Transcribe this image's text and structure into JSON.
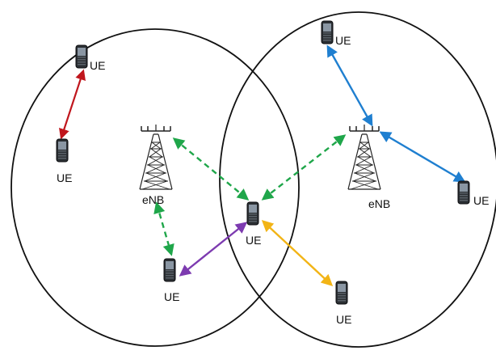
{
  "colors": {
    "cell_outline": "#111111",
    "d2d_left": "#c0161d",
    "d2d_right": "#1f7fd0",
    "cellular": "#1fa64a",
    "relay_purple": "#7d3bb0",
    "relay_orange": "#f2b416"
  },
  "icons": {
    "ue": "mobile-phone-icon",
    "enb": "cell-tower-icon"
  },
  "labels": {
    "ue_top_left": "UE",
    "ue_left": "UE",
    "enb_left": "eNB",
    "ue_bottom_left": "UE",
    "ue_center": "UE",
    "enb_right": "eNB",
    "ue_top_right": "UE",
    "ue_right": "UE",
    "ue_bottom_right": "UE"
  },
  "links": [
    {
      "id": "link-ue-ue-left",
      "color_key": "d2d_left",
      "style": "solid"
    },
    {
      "id": "link-enb-left-ue-center",
      "color_key": "cellular",
      "style": "dashed"
    },
    {
      "id": "link-enb-left-ue-bottom",
      "color_key": "cellular",
      "style": "dashed"
    },
    {
      "id": "link-enb-right-ue-center",
      "color_key": "cellular",
      "style": "dashed"
    },
    {
      "id": "link-ue-bottom-ue-center",
      "color_key": "relay_purple",
      "style": "solid"
    },
    {
      "id": "link-ue-center-ue-bottom-right",
      "color_key": "relay_orange",
      "style": "solid"
    },
    {
      "id": "link-enb-right-ue-top-right",
      "color_key": "d2d_right",
      "style": "solid"
    },
    {
      "id": "link-enb-right-ue-right",
      "color_key": "d2d_right",
      "style": "solid"
    }
  ]
}
